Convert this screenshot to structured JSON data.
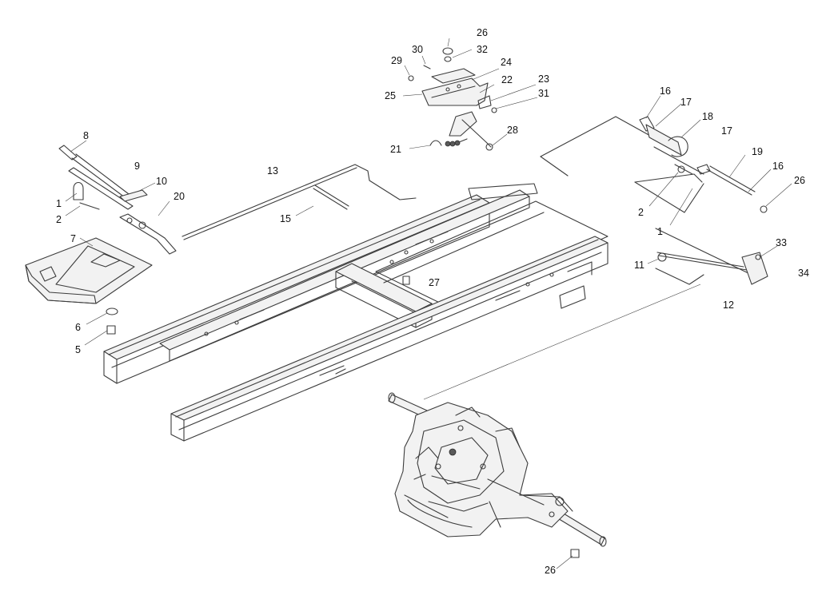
{
  "callouts": [
    {
      "id": "c8",
      "text": "8"
    },
    {
      "id": "c9",
      "text": "9"
    },
    {
      "id": "c10",
      "text": "10"
    },
    {
      "id": "c1a",
      "text": "1"
    },
    {
      "id": "c20",
      "text": "20"
    },
    {
      "id": "c2a",
      "text": "2"
    },
    {
      "id": "c7",
      "text": "7"
    },
    {
      "id": "c6",
      "text": "6"
    },
    {
      "id": "c5",
      "text": "5"
    },
    {
      "id": "c13",
      "text": "13"
    },
    {
      "id": "c15",
      "text": "15"
    },
    {
      "id": "c27",
      "text": "27"
    },
    {
      "id": "c26a",
      "text": "26"
    },
    {
      "id": "c30",
      "text": "30"
    },
    {
      "id": "c32",
      "text": "32"
    },
    {
      "id": "c29",
      "text": "29"
    },
    {
      "id": "c24",
      "text": "24"
    },
    {
      "id": "c22",
      "text": "22"
    },
    {
      "id": "c23",
      "text": "23"
    },
    {
      "id": "c25",
      "text": "25"
    },
    {
      "id": "c31",
      "text": "31"
    },
    {
      "id": "c28",
      "text": "28"
    },
    {
      "id": "c21",
      "text": "21"
    },
    {
      "id": "c16a",
      "text": "16"
    },
    {
      "id": "c17a",
      "text": "17"
    },
    {
      "id": "c18",
      "text": "18"
    },
    {
      "id": "c17b",
      "text": "17"
    },
    {
      "id": "c19",
      "text": "19"
    },
    {
      "id": "c16b",
      "text": "16"
    },
    {
      "id": "c26b",
      "text": "26"
    },
    {
      "id": "c2b",
      "text": "2"
    },
    {
      "id": "c1b",
      "text": "1"
    },
    {
      "id": "c33",
      "text": "33"
    },
    {
      "id": "c11",
      "text": "11"
    },
    {
      "id": "c34",
      "text": "34"
    },
    {
      "id": "c12",
      "text": "12"
    },
    {
      "id": "c26c",
      "text": "26"
    }
  ]
}
